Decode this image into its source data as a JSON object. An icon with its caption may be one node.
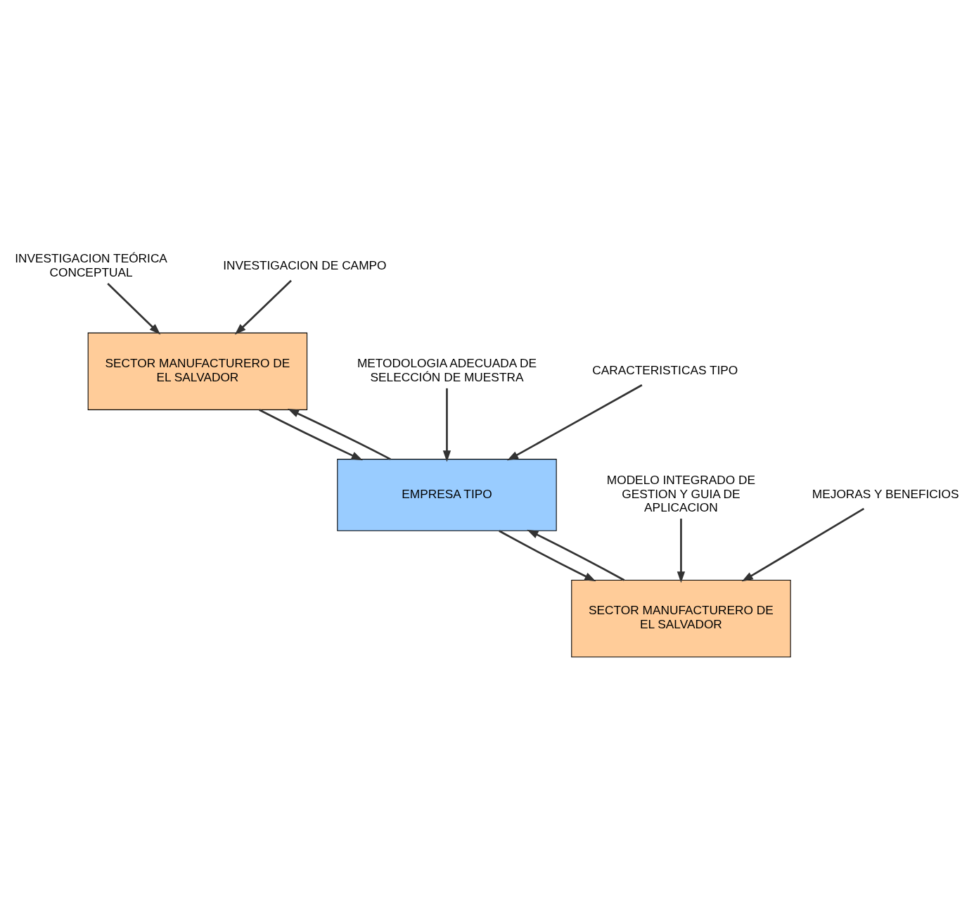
{
  "diagram": {
    "nodes": [
      {
        "text": [
          "INVESTIGACION TEÓRICA CONCEPTUAL"
        ]
      },
      {
        "text": [
          "INVESTIGACION DE CAMPO"
        ]
      },
      {
        "text": [
          "SECTOR MANUFACTURERO DE EL SALVADOR"
        ]
      },
      {
        "text": [
          "METODOLOGIA ADECUADA DE SELECCIÓN DE MUESTRA"
        ]
      },
      {
        "text": [
          "CARACTERISTICAS TIPO"
        ]
      },
      {
        "text": [
          "EMPRESA TIPO"
        ]
      },
      {
        "text": [
          "MODELO INTEGRADO DE GESTION Y GUIA DE APLICACION"
        ]
      },
      {
        "text": [
          "MEJORAS Y BENEFICIOS"
        ]
      },
      {
        "text": [
          "SECTOR MANUFACTURERO DE EL SALVADOR"
        ]
      }
    ],
    "edges": [
      {
        "from": 0,
        "to": 2,
        "arrow": "to"
      },
      {
        "from": 1,
        "to": 2,
        "arrow": "to"
      },
      {
        "from": 2,
        "to": 5,
        "arrow": "to"
      },
      {
        "from": 5,
        "to": 2,
        "arrow": "to"
      },
      {
        "from": 3,
        "to": 5,
        "arrow": "to"
      },
      {
        "from": 4,
        "to": 5,
        "arrow": "to"
      },
      {
        "from": 5,
        "to": 8,
        "arrow": "to"
      },
      {
        "from": 8,
        "to": 5,
        "arrow": "to"
      },
      {
        "from": 6,
        "to": 8,
        "arrow": "to"
      },
      {
        "from": 7,
        "to": 8,
        "arrow": "to"
      }
    ]
  }
}
